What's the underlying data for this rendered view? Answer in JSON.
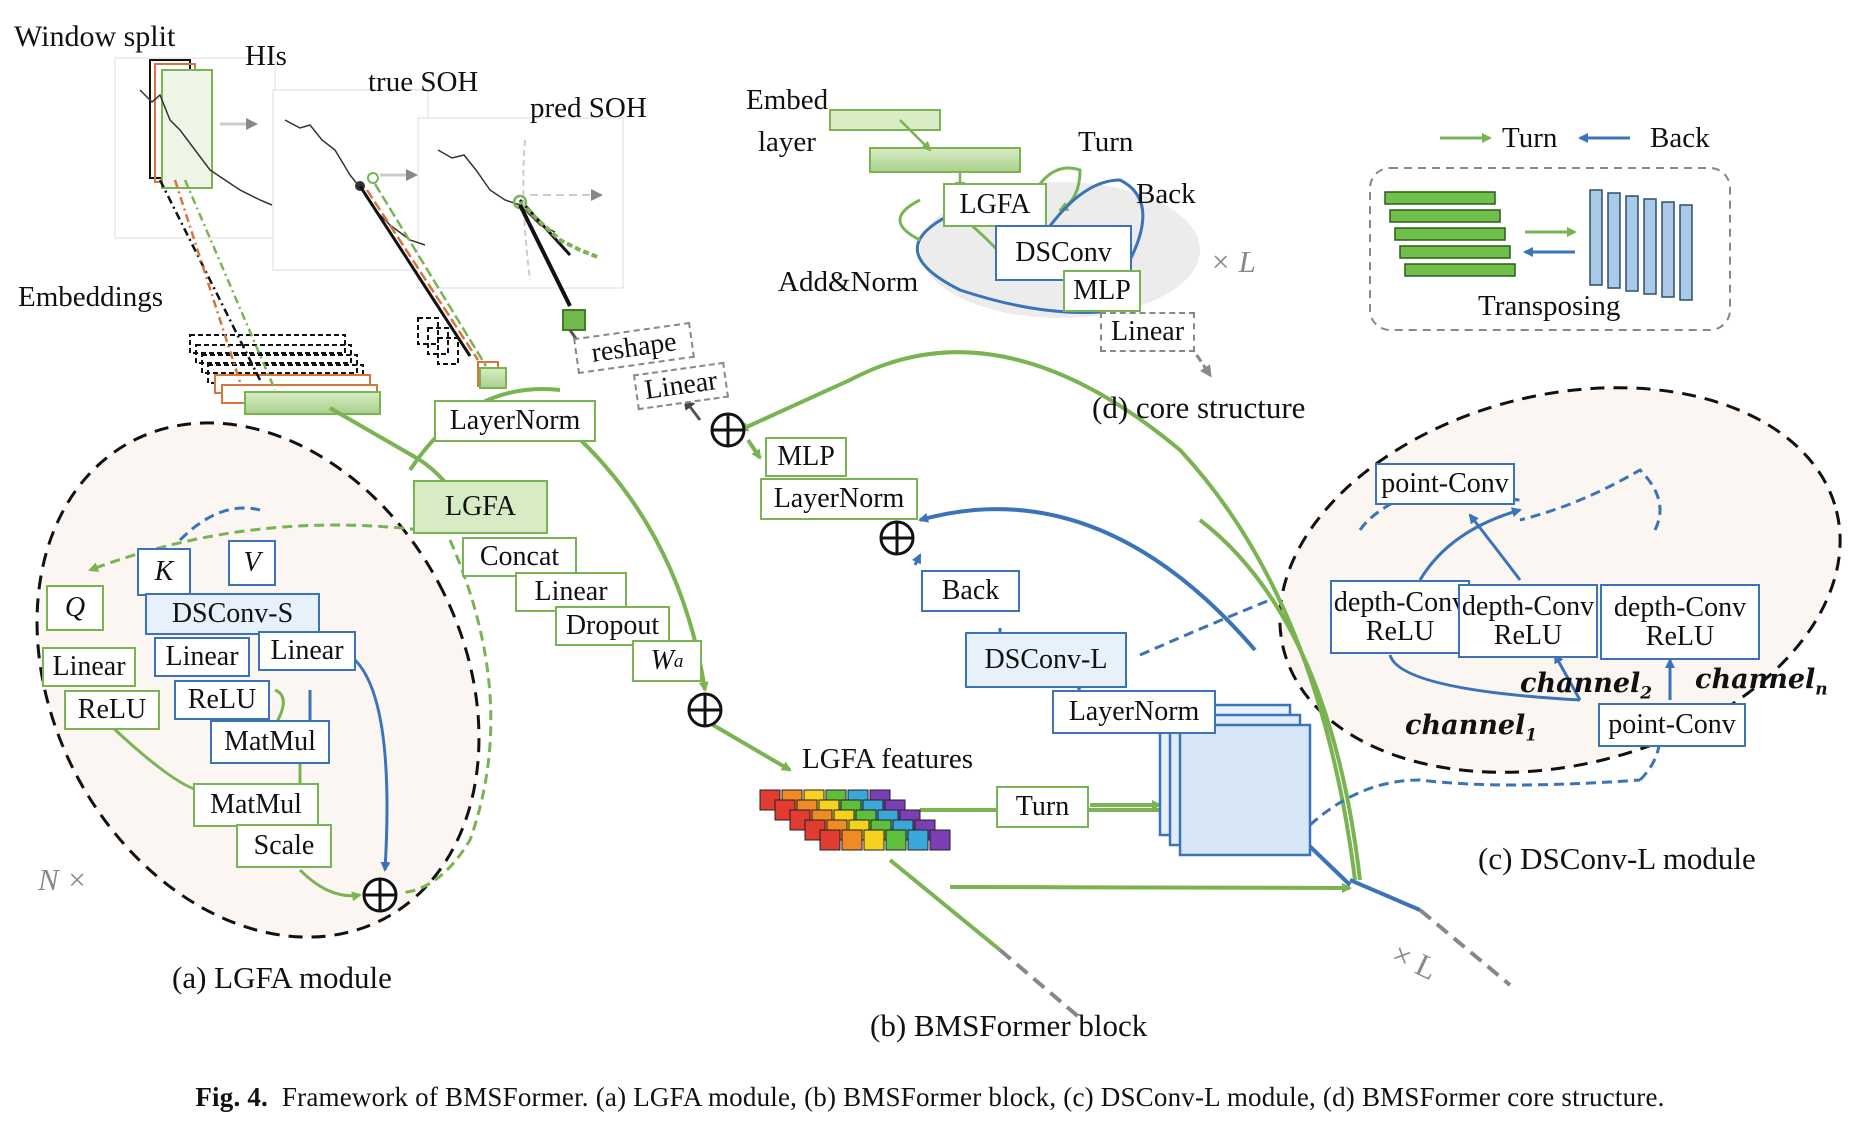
{
  "top": {
    "window_split": "Window split",
    "his": "HIs",
    "true_soh": "true SOH",
    "pred_soh": "pred SOH",
    "embeddings": "Embeddings",
    "reshape": "reshape",
    "linear": "Linear"
  },
  "block_b": {
    "layernorm1": "LayerNorm",
    "lgfa": "LGFA",
    "concat": "Concat",
    "linear": "Linear",
    "dropout": "Dropout",
    "wa": "W",
    "wa_sub": "a",
    "lgfa_features": "LGFA features",
    "turn": "Turn",
    "mlp": "MLP",
    "layernorm2": "LayerNorm",
    "back": "Back",
    "dsconv_l": "DSConv-L",
    "layernorm3": "LayerNorm",
    "times_l": "× L",
    "title": "(b) BMSFormer block"
  },
  "module_a": {
    "q": "Q",
    "k": "K",
    "v": "V",
    "dsconv_s": "DSConv-S",
    "linear_q": "Linear",
    "linear_k": "Linear",
    "linear_v": "Linear",
    "relu_q": "ReLU",
    "relu_k": "ReLU",
    "matmul1": "MatMul",
    "matmul2": "MatMul",
    "scale": "Scale",
    "n_times": "N ×",
    "title": "(a) LGFA module"
  },
  "module_c": {
    "point_conv_top": "point-Conv",
    "depth_conv": "depth-Conv",
    "relu": "ReLU",
    "channel": "channel",
    "sub1": "1",
    "sub2": "2",
    "subn": "n",
    "point_conv_bottom": "point-Conv",
    "title": "(c) DSConv-L module"
  },
  "module_d": {
    "embed": "Embed",
    "layer": "layer",
    "turn": "Turn",
    "lgfa": "LGFA",
    "back": "Back",
    "dsconv": "DSConv",
    "add_norm": "Add&Norm",
    "mlp": "MLP",
    "times_l": "× L",
    "linear": "Linear",
    "title": "(d) core structure"
  },
  "legend": {
    "turn": "Turn",
    "back": "Back",
    "transposing": "Transposing"
  },
  "caption": {
    "prefix": "Fig. 4.",
    "text": "Framework of BMSFormer. (a) LGFA module, (b) BMSFormer block, (c) DSConv-L module, (d) BMSFormer core structure."
  },
  "colors": {
    "green": "#7ab351",
    "blue": "#3a73b8",
    "orange": "#d8743c",
    "gray": "#888888"
  }
}
